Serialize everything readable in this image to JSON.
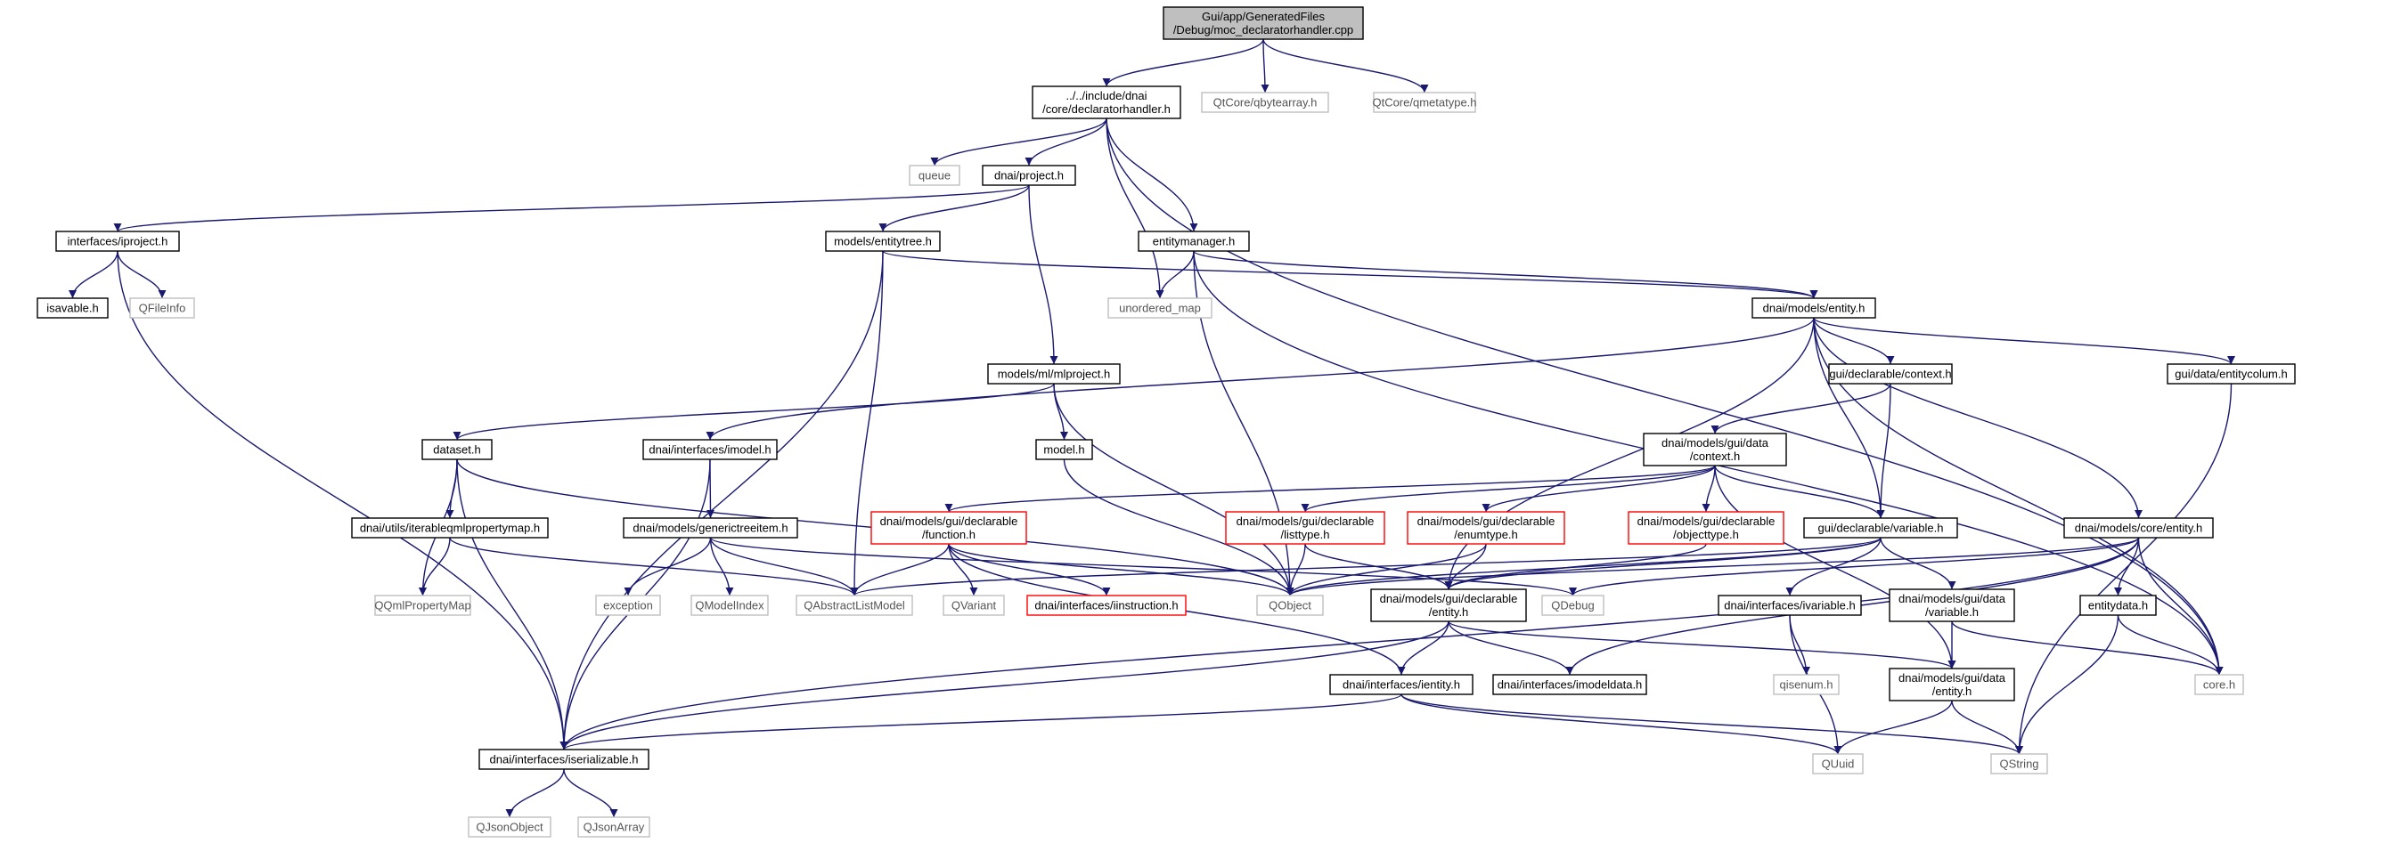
{
  "diagram": {
    "style": {
      "edge_color": "#191970",
      "root_fill": "#bfbfbf",
      "default_border": "#000000",
      "external_border": "#bfbfbf",
      "external_text": "#555555",
      "incomplete_border": "#ff0000"
    },
    "nodes": [
      {
        "id": "root",
        "lines": [
          "Gui/app/GeneratedFiles",
          "/Debug/moc_declaratorhandler.cpp"
        ],
        "kind": "root"
      },
      {
        "id": "declaratorhandler",
        "lines": [
          "../../include/dnai",
          "/core/declaratorhandler.h"
        ],
        "kind": "normal"
      },
      {
        "id": "qbytearray",
        "lines": [
          "QtCore/qbytearray.h"
        ],
        "kind": "external"
      },
      {
        "id": "qmetatype",
        "lines": [
          "QtCore/qmetatype.h"
        ],
        "kind": "external"
      },
      {
        "id": "queue",
        "lines": [
          "queue"
        ],
        "kind": "external"
      },
      {
        "id": "project",
        "lines": [
          "dnai/project.h"
        ],
        "kind": "normal"
      },
      {
        "id": "iproject",
        "lines": [
          "interfaces/iproject.h"
        ],
        "kind": "normal"
      },
      {
        "id": "entitytree",
        "lines": [
          "models/entitytree.h"
        ],
        "kind": "normal"
      },
      {
        "id": "entitymanager",
        "lines": [
          "entitymanager.h"
        ],
        "kind": "normal"
      },
      {
        "id": "isavable",
        "lines": [
          "isavable.h"
        ],
        "kind": "normal"
      },
      {
        "id": "qfileinfo",
        "lines": [
          "QFileInfo"
        ],
        "kind": "external"
      },
      {
        "id": "unordered_map",
        "lines": [
          "unordered_map"
        ],
        "kind": "external"
      },
      {
        "id": "entity_h",
        "lines": [
          "dnai/models/entity.h"
        ],
        "kind": "normal"
      },
      {
        "id": "mlproject",
        "lines": [
          "models/ml/mlproject.h"
        ],
        "kind": "normal"
      },
      {
        "id": "context_h",
        "lines": [
          "gui/declarable/context.h"
        ],
        "kind": "normal"
      },
      {
        "id": "entitycolum",
        "lines": [
          "gui/data/entitycolum.h"
        ],
        "kind": "normal"
      },
      {
        "id": "dataset",
        "lines": [
          "dataset.h"
        ],
        "kind": "normal"
      },
      {
        "id": "imodel",
        "lines": [
          "dnai/interfaces/imodel.h"
        ],
        "kind": "normal"
      },
      {
        "id": "model_h",
        "lines": [
          "model.h"
        ],
        "kind": "normal"
      },
      {
        "id": "guidata_context",
        "lines": [
          "dnai/models/gui/data",
          "/context.h"
        ],
        "kind": "normal"
      },
      {
        "id": "iterableqml",
        "lines": [
          "dnai/utils/iterableqmlpropertymap.h"
        ],
        "kind": "normal"
      },
      {
        "id": "generictreeitem",
        "lines": [
          "dnai/models/generictreeitem.h"
        ],
        "kind": "normal"
      },
      {
        "id": "function_h",
        "lines": [
          "dnai/models/gui/declarable",
          "/function.h"
        ],
        "kind": "incomplete"
      },
      {
        "id": "listtype",
        "lines": [
          "dnai/models/gui/declarable",
          "/listtype.h"
        ],
        "kind": "incomplete"
      },
      {
        "id": "enumtype",
        "lines": [
          "dnai/models/gui/declarable",
          "/enumtype.h"
        ],
        "kind": "incomplete"
      },
      {
        "id": "objecttype",
        "lines": [
          "dnai/models/gui/declarable",
          "/objecttype.h"
        ],
        "kind": "incomplete"
      },
      {
        "id": "variable_decl",
        "lines": [
          "gui/declarable/variable.h"
        ],
        "kind": "normal"
      },
      {
        "id": "core_entity",
        "lines": [
          "dnai/models/core/entity.h"
        ],
        "kind": "normal"
      },
      {
        "id": "qqmlpropertymap",
        "lines": [
          "QQmlPropertyMap"
        ],
        "kind": "external"
      },
      {
        "id": "exception",
        "lines": [
          "exception"
        ],
        "kind": "external"
      },
      {
        "id": "qmodelindex",
        "lines": [
          "QModelIndex"
        ],
        "kind": "external"
      },
      {
        "id": "qabstractlistmodel",
        "lines": [
          "QAbstractListModel"
        ],
        "kind": "external"
      },
      {
        "id": "qvariant",
        "lines": [
          "QVariant"
        ],
        "kind": "external"
      },
      {
        "id": "iinstruction",
        "lines": [
          "dnai/interfaces/iinstruction.h"
        ],
        "kind": "incomplete"
      },
      {
        "id": "qobject",
        "lines": [
          "QObject"
        ],
        "kind": "external"
      },
      {
        "id": "decl_entity",
        "lines": [
          "dnai/models/gui/declarable",
          "/entity.h"
        ],
        "kind": "normal"
      },
      {
        "id": "qdebug",
        "lines": [
          "QDebug"
        ],
        "kind": "external"
      },
      {
        "id": "ivariable",
        "lines": [
          "dnai/interfaces/ivariable.h"
        ],
        "kind": "normal"
      },
      {
        "id": "data_variable",
        "lines": [
          "dnai/models/gui/data",
          "/variable.h"
        ],
        "kind": "normal"
      },
      {
        "id": "entitydata",
        "lines": [
          "entitydata.h"
        ],
        "kind": "normal"
      },
      {
        "id": "core_h",
        "lines": [
          "core.h"
        ],
        "kind": "external"
      },
      {
        "id": "ientity",
        "lines": [
          "dnai/interfaces/ientity.h"
        ],
        "kind": "normal"
      },
      {
        "id": "imodeldata",
        "lines": [
          "dnai/interfaces/imodeldata.h"
        ],
        "kind": "normal"
      },
      {
        "id": "qisenum",
        "lines": [
          "qisenum.h"
        ],
        "kind": "external"
      },
      {
        "id": "data_entity",
        "lines": [
          "dnai/models/gui/data",
          "/entity.h"
        ],
        "kind": "normal"
      },
      {
        "id": "iserializable",
        "lines": [
          "dnai/interfaces/iserializable.h"
        ],
        "kind": "normal"
      },
      {
        "id": "quuid",
        "lines": [
          "QUuid"
        ],
        "kind": "external"
      },
      {
        "id": "qstring",
        "lines": [
          "QString"
        ],
        "kind": "external"
      },
      {
        "id": "qjsonobject",
        "lines": [
          "QJsonObject"
        ],
        "kind": "external"
      },
      {
        "id": "qjsonarray",
        "lines": [
          "QJsonArray"
        ],
        "kind": "external"
      }
    ],
    "edges": [
      [
        "root",
        "declaratorhandler"
      ],
      [
        "root",
        "qbytearray"
      ],
      [
        "root",
        "qmetatype"
      ],
      [
        "declaratorhandler",
        "queue"
      ],
      [
        "declaratorhandler",
        "project"
      ],
      [
        "declaratorhandler",
        "unordered_map"
      ],
      [
        "declaratorhandler",
        "entitymanager"
      ],
      [
        "declaratorhandler",
        "core_h"
      ],
      [
        "project",
        "iproject"
      ],
      [
        "project",
        "entitytree"
      ],
      [
        "project",
        "mlproject"
      ],
      [
        "iproject",
        "isavable"
      ],
      [
        "iproject",
        "qfileinfo"
      ],
      [
        "iproject",
        "iserializable"
      ],
      [
        "entitytree",
        "entity_h"
      ],
      [
        "entitytree",
        "qabstractlistmodel"
      ],
      [
        "entitytree",
        "iserializable"
      ],
      [
        "entitymanager",
        "unordered_map"
      ],
      [
        "entitymanager",
        "entity_h"
      ],
      [
        "entitymanager",
        "qobject"
      ],
      [
        "entitymanager",
        "core_h"
      ],
      [
        "entity_h",
        "imodel"
      ],
      [
        "entity_h",
        "context_h"
      ],
      [
        "entity_h",
        "entitycolum"
      ],
      [
        "entity_h",
        "variable_decl"
      ],
      [
        "entity_h",
        "core_entity"
      ],
      [
        "entity_h",
        "decl_entity"
      ],
      [
        "entity_h",
        "core_h"
      ],
      [
        "mlproject",
        "dataset"
      ],
      [
        "mlproject",
        "model_h"
      ],
      [
        "mlproject",
        "qobject"
      ],
      [
        "context_h",
        "guidata_context"
      ],
      [
        "context_h",
        "variable_decl"
      ],
      [
        "entitycolum",
        "qstring"
      ],
      [
        "dataset",
        "iterableqml"
      ],
      [
        "dataset",
        "qqmlpropertymap"
      ],
      [
        "dataset",
        "qobject"
      ],
      [
        "dataset",
        "iserializable"
      ],
      [
        "imodel",
        "generictreeitem"
      ],
      [
        "imodel",
        "iserializable"
      ],
      [
        "model_h",
        "qobject"
      ],
      [
        "guidata_context",
        "function_h"
      ],
      [
        "guidata_context",
        "listtype"
      ],
      [
        "guidata_context",
        "enumtype"
      ],
      [
        "guidata_context",
        "objecttype"
      ],
      [
        "guidata_context",
        "variable_decl"
      ],
      [
        "guidata_context",
        "data_entity"
      ],
      [
        "iterableqml",
        "qqmlpropertymap"
      ],
      [
        "iterableqml",
        "qabstractlistmodel"
      ],
      [
        "generictreeitem",
        "exception"
      ],
      [
        "generictreeitem",
        "qmodelindex"
      ],
      [
        "generictreeitem",
        "qabstractlistmodel"
      ],
      [
        "generictreeitem",
        "qdebug"
      ],
      [
        "function_h",
        "qabstractlistmodel"
      ],
      [
        "function_h",
        "qvariant"
      ],
      [
        "function_h",
        "iinstruction"
      ],
      [
        "function_h",
        "qobject"
      ],
      [
        "function_h",
        "ientity"
      ],
      [
        "listtype",
        "qobject"
      ],
      [
        "listtype",
        "decl_entity"
      ],
      [
        "enumtype",
        "qobject"
      ],
      [
        "enumtype",
        "decl_entity"
      ],
      [
        "objecttype",
        "decl_entity"
      ],
      [
        "variable_decl",
        "qabstractlistmodel"
      ],
      [
        "variable_decl",
        "qobject"
      ],
      [
        "variable_decl",
        "decl_entity"
      ],
      [
        "variable_decl",
        "ivariable"
      ],
      [
        "variable_decl",
        "data_variable"
      ],
      [
        "core_entity",
        "entitydata"
      ],
      [
        "core_entity",
        "core_h"
      ],
      [
        "core_entity",
        "qobject"
      ],
      [
        "core_entity",
        "qdebug"
      ],
      [
        "core_entity",
        "imodeldata"
      ],
      [
        "core_entity",
        "iserializable"
      ],
      [
        "decl_entity",
        "ientity"
      ],
      [
        "decl_entity",
        "imodeldata"
      ],
      [
        "decl_entity",
        "data_entity"
      ],
      [
        "decl_entity",
        "iserializable"
      ],
      [
        "ivariable",
        "qisenum"
      ],
      [
        "ivariable",
        "quuid"
      ],
      [
        "data_variable",
        "data_entity"
      ],
      [
        "data_variable",
        "core_h"
      ],
      [
        "entitydata",
        "core_h"
      ],
      [
        "entitydata",
        "qstring"
      ],
      [
        "ientity",
        "iserializable"
      ],
      [
        "ientity",
        "quuid"
      ],
      [
        "ientity",
        "qstring"
      ],
      [
        "data_entity",
        "quuid"
      ],
      [
        "data_entity",
        "qstring"
      ],
      [
        "iserializable",
        "qjsonobject"
      ],
      [
        "iserializable",
        "qjsonarray"
      ]
    ]
  }
}
